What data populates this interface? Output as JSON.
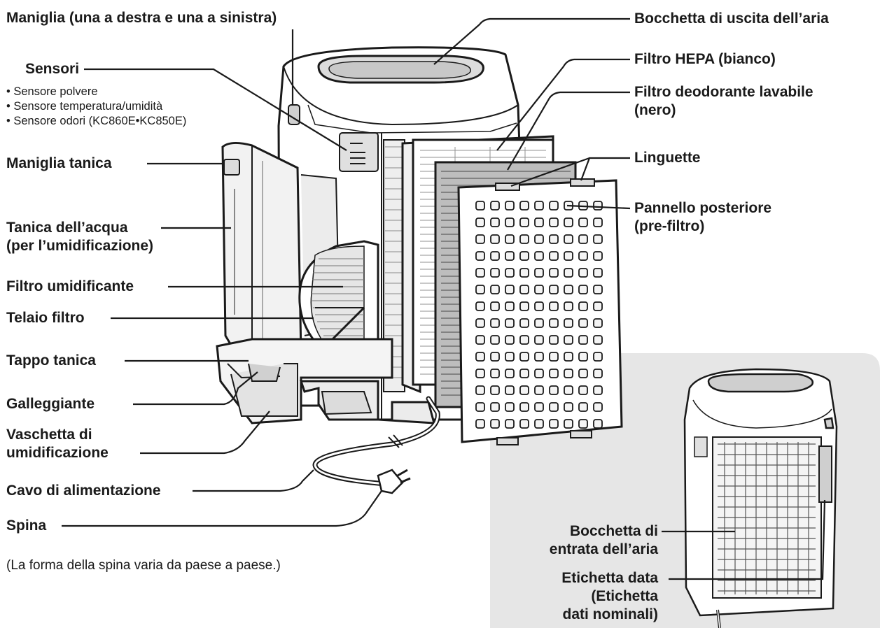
{
  "labels": {
    "maniglia": "Maniglia (una a destra e una a sinistra)",
    "sensori": "Sensori",
    "sensori_items": [
      "• Sensore polvere",
      "• Sensore temperatura/umidità",
      "• Sensore odori (KC860E•KC850E)"
    ],
    "maniglia_tanica": "Maniglia tanica",
    "tanica_1": "Tanica dell’acqua",
    "tanica_2": "(per l’umidificazione)",
    "filtro_umidificante": "Filtro umidificante",
    "telaio_filtro": "Telaio filtro",
    "tappo_tanica": "Tappo tanica",
    "galleggiante": "Galleggiante",
    "vaschetta_1": "Vaschetta di",
    "vaschetta_2": "umidificazione",
    "cavo": "Cavo di alimentazione",
    "spina": "Spina",
    "bocchetta_uscita": "Bocchetta di uscita dell’aria",
    "filtro_hepa": "Filtro HEPA (bianco)",
    "filtro_deo_1": "Filtro deodorante lavabile",
    "filtro_deo_2": "(nero)",
    "linguette": "Linguette",
    "pannello_1": "Pannello posteriore",
    "pannello_2": "(pre-filtro)",
    "entrata_1": "Bocchetta di",
    "entrata_2": "entrata dell’aria",
    "etichetta_1": "Etichetta data",
    "etichetta_2": "(Etichetta",
    "etichetta_3": "dati nominali)"
  },
  "note": "(La forma della spina varia da paese a paese.)",
  "colors": {
    "line": "#1a1a1a",
    "panel_bg": "#e6e6e6",
    "unit_gray": "#d7d7d7"
  }
}
